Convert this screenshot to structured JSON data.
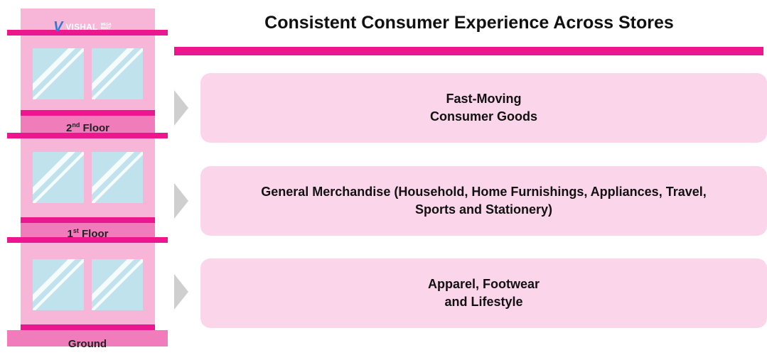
{
  "logo": {
    "brand": "VISHAL",
    "sub": "MEGA MART"
  },
  "title": "Consistent Consumer Experience Across Stores",
  "floors": [
    {
      "label": "2",
      "sup": "nd",
      "suffix": " Floor"
    },
    {
      "label": "1",
      "sup": "st",
      "suffix": " Floor"
    },
    {
      "label": "Ground",
      "sup": "",
      "suffix": ""
    }
  ],
  "cards": [
    {
      "line1": "Fast-Moving",
      "line2": "Consumer Goods"
    },
    {
      "line1": "General Merchandise (Household, Home Furnishings, Appliances, Travel,",
      "line2": "Sports and Stationery)"
    },
    {
      "line1": "Apparel, Footwear",
      "line2": "and Lifestyle"
    }
  ],
  "colors": {
    "accent": "#ec178f",
    "building": "#f7b6d8",
    "card": "#fbd5ea",
    "window": "#bfe2ec",
    "arrow": "#cfcfcf"
  }
}
